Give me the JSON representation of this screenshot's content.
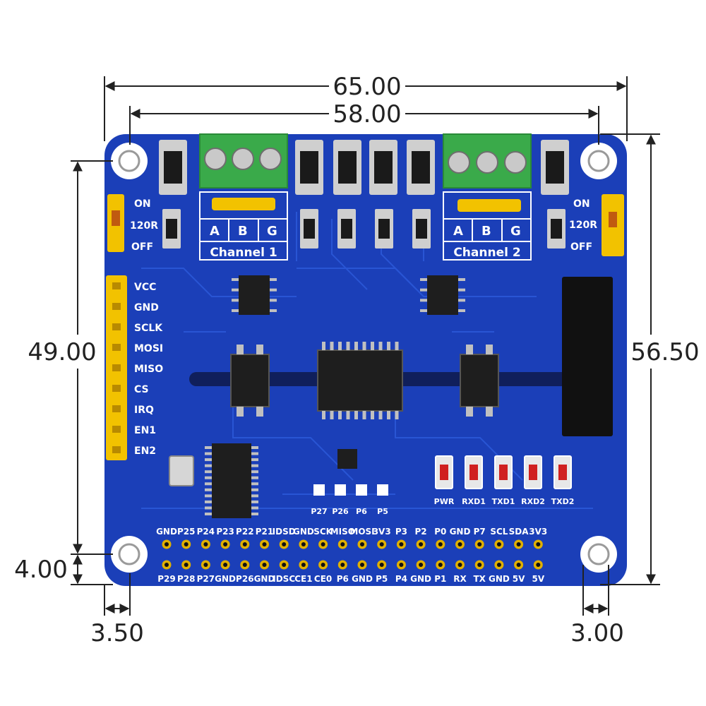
{
  "dimensions": {
    "total_width": "65.00",
    "hole_spacing_width": "58.00",
    "hole_spacing_height": "49.00",
    "total_height": "56.50",
    "hole_offset_bottom": "4.00",
    "hole_offset_left": "3.50",
    "hole_offset_right": "3.00"
  },
  "board": {
    "colors": {
      "pcb": "#1b3fb8",
      "pcb_dark": "#112a8a",
      "trace": "#2a56d8",
      "terminal": "#3aaa4a",
      "header": "#f2c200",
      "gold": "#e0b000"
    },
    "terminals": [
      {
        "pins": [
          "A",
          "B",
          "G"
        ],
        "label": "Channel  1"
      },
      {
        "pins": [
          "A",
          "B",
          "G"
        ],
        "label": "Channel  2"
      }
    ],
    "jumper_labels": [
      "ON",
      "120R",
      "OFF"
    ],
    "spi_header_labels": [
      "VCC",
      "GND",
      "SCLK",
      "MOSI",
      "MISO",
      "CS",
      "IRQ",
      "EN1",
      "EN2"
    ],
    "leds": [
      "PWR",
      "RXD1",
      "TXD1",
      "RXD2",
      "TXD2"
    ],
    "small_pad_labels": [
      "P27",
      "P26",
      "P6",
      "P5"
    ],
    "gpio_top_labels": [
      "GND",
      "P25",
      "P24",
      "P23",
      "P22",
      "P21",
      "IDSD",
      "GND",
      "SCK",
      "MISO",
      "MOSI",
      "3V3",
      "P3",
      "P2",
      "P0",
      "GND",
      "P7",
      "SCL",
      "SDA",
      "3V3"
    ],
    "gpio_bottom_labels": [
      "P29",
      "P28",
      "P27",
      "GND",
      "P26",
      "GND",
      "IDSC",
      "CE1",
      "CE0",
      "P6",
      "GND",
      "P5",
      "P4",
      "GND",
      "P1",
      "RX",
      "TX",
      "GND",
      "5V",
      "5V"
    ]
  }
}
